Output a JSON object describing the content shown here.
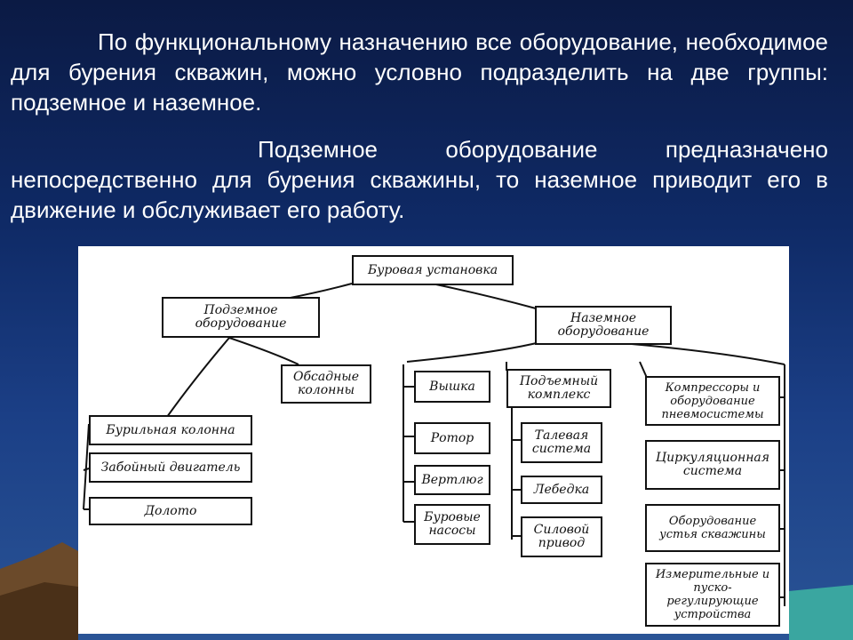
{
  "text": {
    "paragraph1": "По функциональному назначению все оборудование, необходимое для бурения скважин, можно условно подразделить на две группы: подземное и наземное.",
    "paragraph2": "Подземное оборудование предназначено непосредственно для бурения скважины, то наземное приводит его в движение и обслуживает его работу."
  },
  "diagram": {
    "root": "Буровая установка",
    "underground": "Подземное оборудование",
    "surface": "Наземное оборудование",
    "casing": "Обсадные колонны",
    "drill_string": "Бурильная колонна",
    "downhole_motor": "Забойный двигатель",
    "bit": "Долото",
    "derrick": "Вышка",
    "rotor": "Ротор",
    "swivel": "Вертлюг",
    "mud_pumps": "Буровые насосы",
    "hoisting_complex": "Подъемный комплекс",
    "block_system": "Талевая система",
    "drawworks": "Лебедка",
    "power_drive": "Силовой привод",
    "compressors": "Компрессоры и оборудование пневмосистемы",
    "circulation": "Циркуляционная система",
    "wellhead": "Оборудование устья скважины",
    "instruments": "Измерительные и пуско-регулирующие устройства"
  }
}
